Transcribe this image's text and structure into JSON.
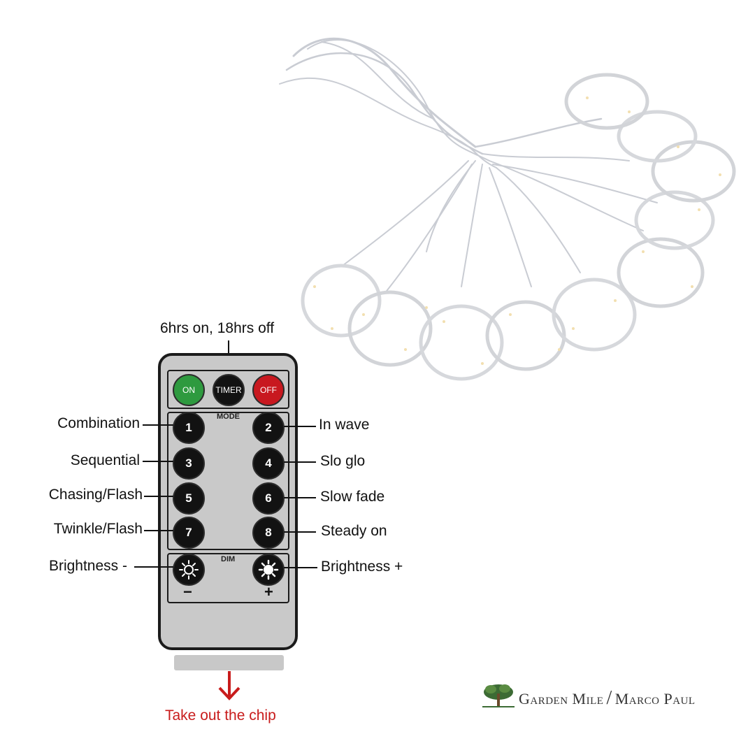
{
  "remote": {
    "top_buttons": [
      {
        "label": "ON",
        "color": "#2e9a3f"
      },
      {
        "label": "TIMER",
        "color": "#121212"
      },
      {
        "label": "OFF",
        "color": "#c8181f"
      }
    ],
    "mode_label": "MODE",
    "dim_label": "DIM",
    "number_buttons": [
      "1",
      "2",
      "3",
      "4",
      "5",
      "6",
      "7",
      "8"
    ],
    "minus_sign": "−",
    "plus_sign": "+"
  },
  "callouts": {
    "timer": "6hrs on, 18hrs off",
    "left": [
      "Combination",
      "Sequential",
      "Chasing/Flash",
      "Twinkle/Flash",
      "Brightness -"
    ],
    "right": [
      "In wave",
      "Slo glo",
      "Slow fade",
      "Steady on",
      "Brightness +"
    ]
  },
  "chip_instruction": "Take out the chip",
  "brand": {
    "name_left": "Garden Mile",
    "separator": "/",
    "name_right": "Marco Paul"
  },
  "colors": {
    "accent_red": "#c81c1c",
    "remote_gray": "#c9c9c9"
  }
}
